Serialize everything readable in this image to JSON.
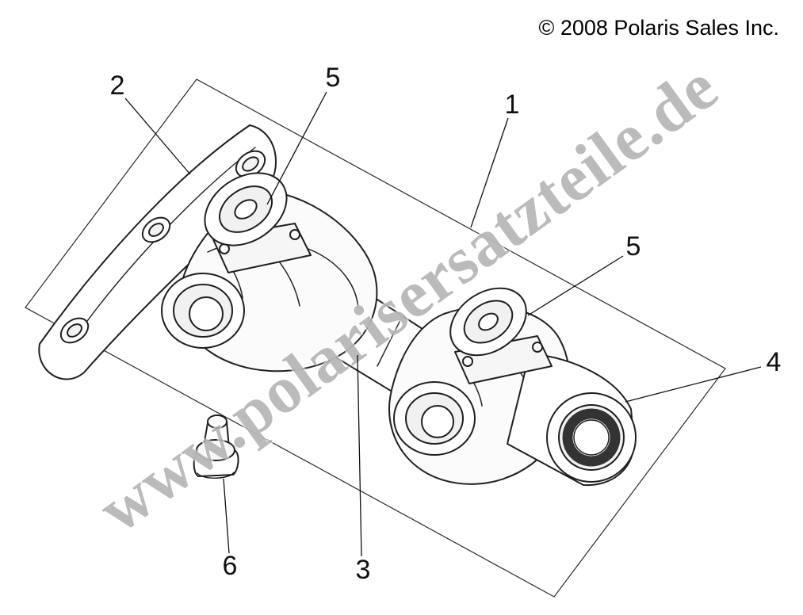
{
  "copyright": "© 2008 Polaris Sales Inc.",
  "watermark": "www.polarisersatzteile.de",
  "callouts": [
    {
      "label": "2"
    },
    {
      "label": "5"
    },
    {
      "label": "1"
    },
    {
      "label": "5"
    },
    {
      "label": "4"
    },
    {
      "label": "6"
    },
    {
      "label": "3"
    }
  ],
  "colors": {
    "background": "#ffffff",
    "line": "#1f1f1f",
    "watermark_gray": "#7d7d7d"
  }
}
